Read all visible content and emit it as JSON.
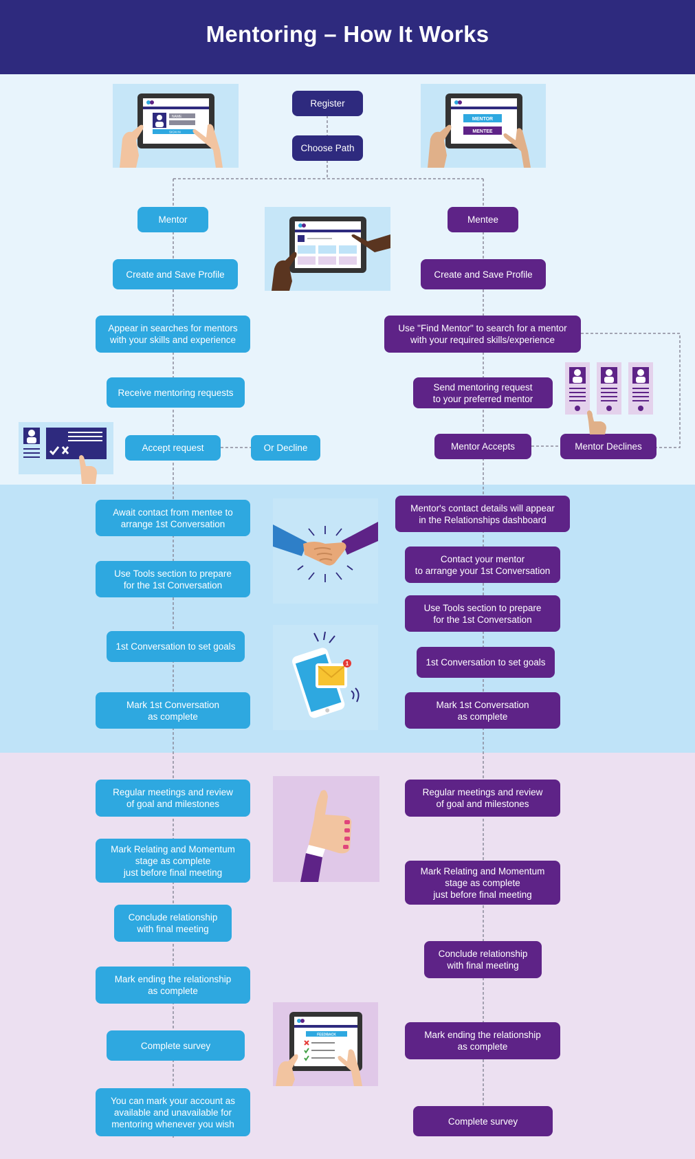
{
  "title": "Mentoring – How It Works",
  "top": {
    "register": "Register",
    "choose_path": "Choose Path"
  },
  "mentor": {
    "header": "Mentor",
    "steps": [
      "Create and Save Profile",
      "Appear in searches for mentors\nwith your skills and experience",
      "Receive mentoring requests",
      "Accept request",
      "Await contact from mentee to\narrange 1st Conversation",
      "Use Tools section to prepare\nfor the 1st Conversation",
      "1st Conversation to set goals",
      "Mark 1st Conversation\nas complete",
      "Regular meetings and review\nof goal and milestones",
      "Mark Relating and Momentum\nstage as complete\njust before final meeting",
      "Conclude relationship\nwith final meeting",
      "Mark ending the relationship\nas complete",
      "Complete survey",
      "You can mark your account as\navailable and unavailable for\nmentoring whenever you wish"
    ],
    "decline": "Or Decline"
  },
  "mentee": {
    "header": "Mentee",
    "steps": [
      "Create and Save Profile",
      "Use \"Find Mentor\" to  search for a mentor\nwith your required skills/experience",
      "Send mentoring request\nto your preferred mentor",
      "Mentor Accepts",
      "Mentor's contact details will appear\nin the Relationships dashboard",
      "Contact your mentor\nto arrange your 1st Conversation",
      "Use Tools section to prepare\nfor the 1st Conversation",
      "1st Conversation to set goals",
      "Mark 1st Conversation\nas complete",
      "Regular meetings and review\nof goal and milestones",
      "Mark Relating and Momentum\nstage as complete\njust before final meeting",
      "Conclude relationship\nwith final meeting",
      "Mark ending the relationship\nas complete",
      "Complete survey"
    ],
    "declines": "Mentor Declines"
  },
  "illustrations": {
    "tablet_signin": [
      "NAME",
      "SIGN IN"
    ],
    "tablet_choose": [
      "MENTOR",
      "MENTEE"
    ],
    "tablet_feedback": "FEEDBACK",
    "notification_count": "1"
  },
  "colors": {
    "header": "#2e2a7e",
    "mentor": "#2ea8e0",
    "mentee": "#5e2387",
    "band_top": "#e8f4fc",
    "band_middle": "#bfe3f8",
    "band_bottom": "#ece0f1"
  }
}
